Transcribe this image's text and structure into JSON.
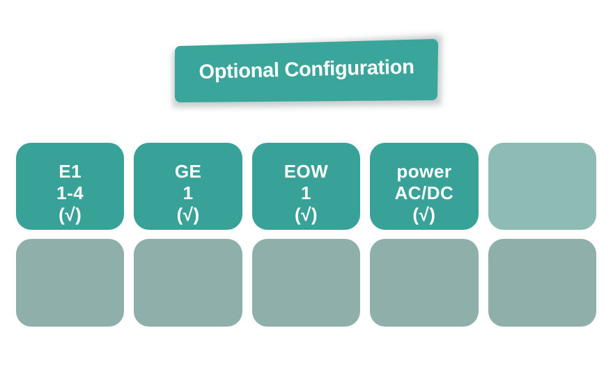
{
  "banner": {
    "label": "Optional Configuration",
    "fill_color": "#3aa69b",
    "text_color": "#ffffff"
  },
  "colors": {
    "active_cell": "#38a298",
    "inactive_cell_row1": "#8cbcb4",
    "inactive_cell_row2": "#8eafaa",
    "background": "#ffffff"
  },
  "grid": {
    "row1": [
      {
        "id": "e1",
        "state": "active",
        "lines": [
          "E1",
          "1-4",
          "(√)"
        ]
      },
      {
        "id": "ge",
        "state": "active",
        "lines": [
          "GE",
          "1",
          "(√)"
        ]
      },
      {
        "id": "eow",
        "state": "active",
        "lines": [
          "EOW",
          "1",
          "(√)"
        ]
      },
      {
        "id": "power",
        "state": "active",
        "lines": [
          "power",
          "AC/DC",
          "(√)"
        ]
      },
      {
        "id": "blank",
        "state": "inactive",
        "lines": []
      }
    ],
    "row2": [
      {
        "id": "blank-1",
        "state": "inactive",
        "lines": []
      },
      {
        "id": "blank-2",
        "state": "inactive",
        "lines": []
      },
      {
        "id": "blank-3",
        "state": "inactive",
        "lines": []
      },
      {
        "id": "blank-4",
        "state": "inactive",
        "lines": []
      },
      {
        "id": "blank-5",
        "state": "inactive",
        "lines": []
      }
    ]
  }
}
